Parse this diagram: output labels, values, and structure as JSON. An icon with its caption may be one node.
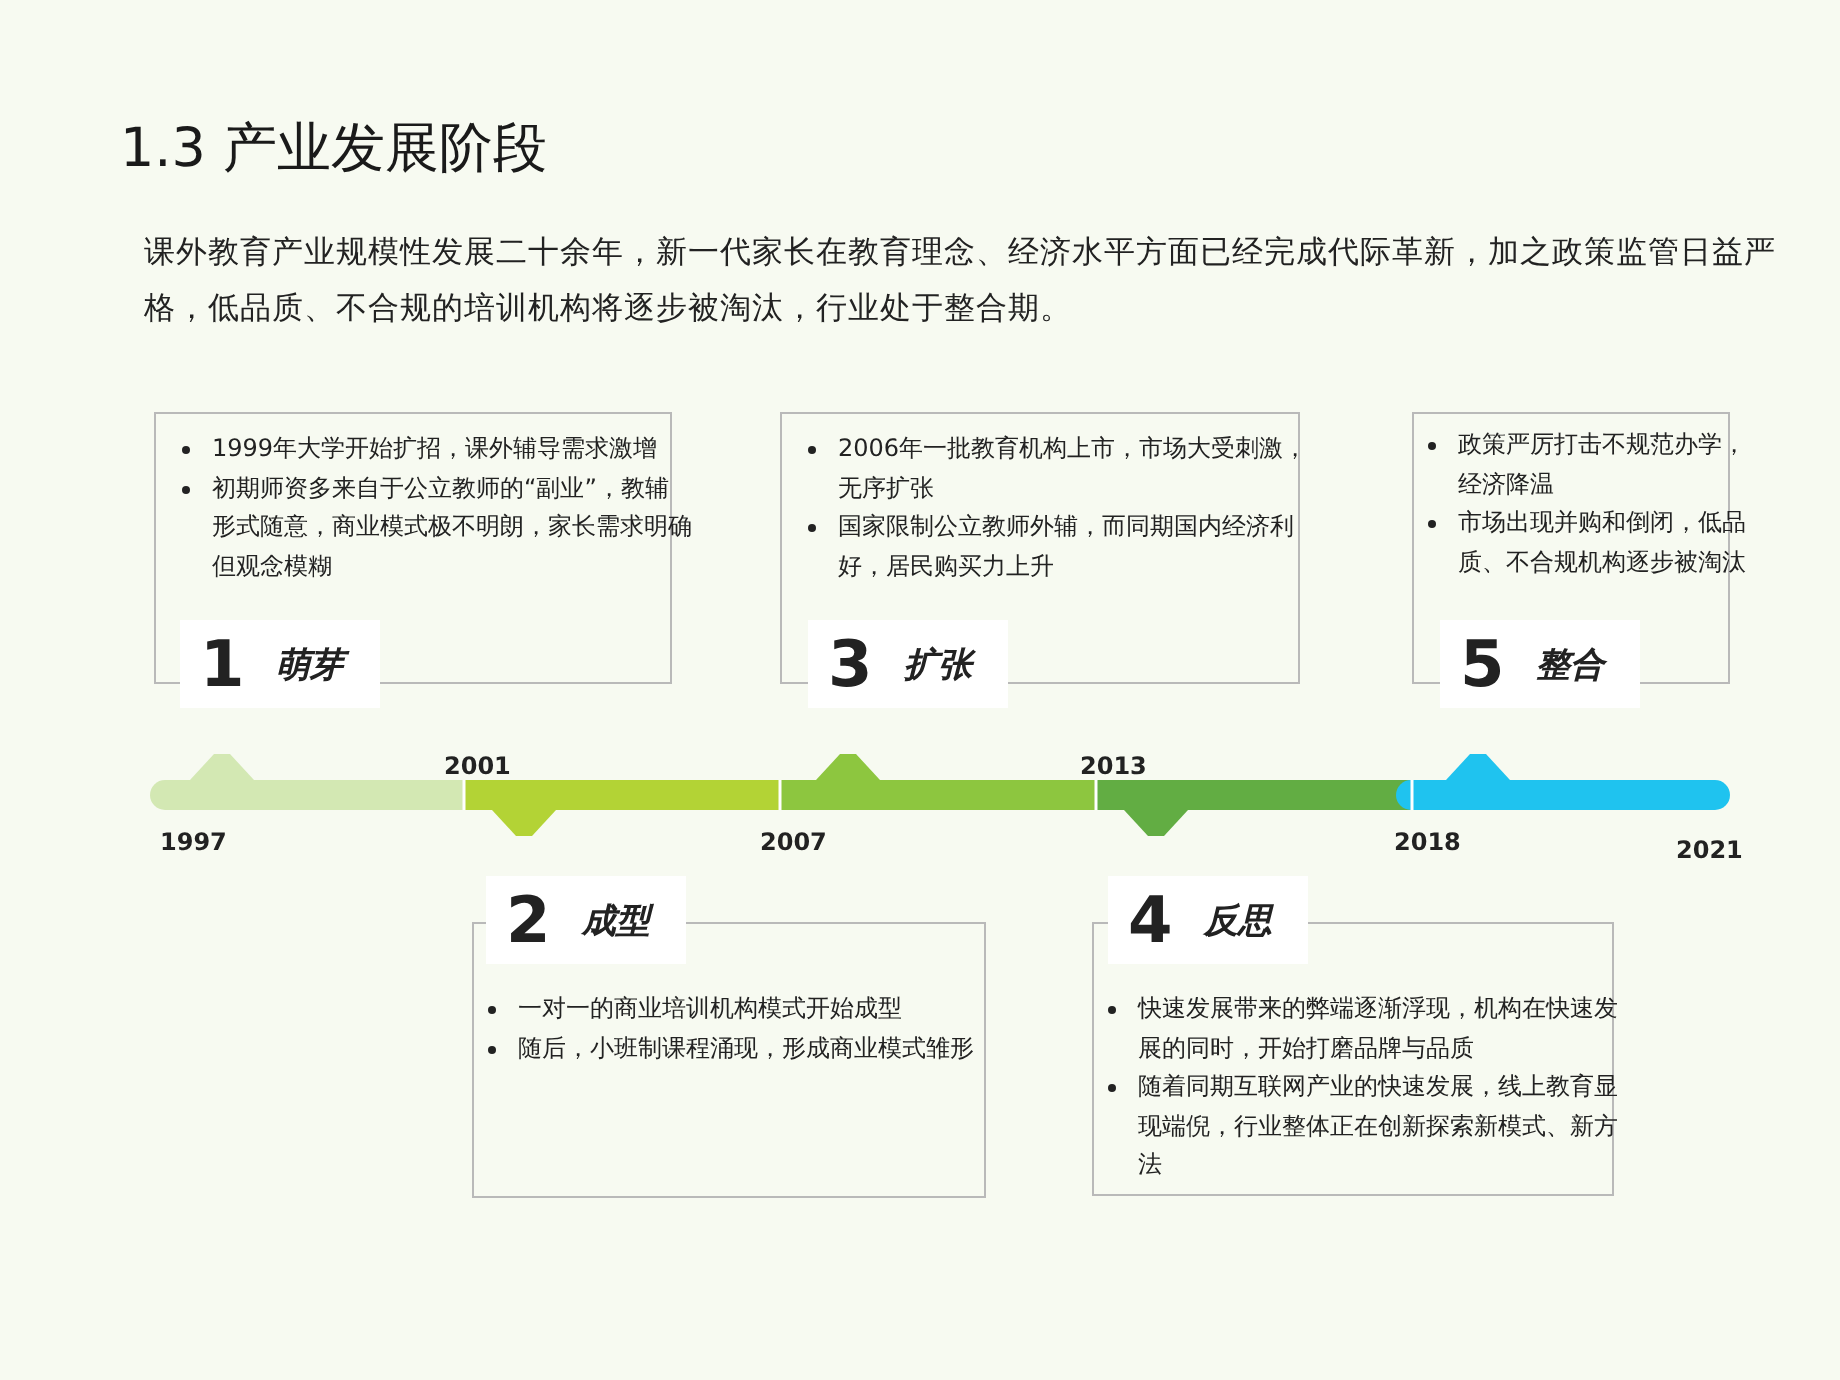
{
  "diagram": {
    "title": "1.3 产业发展阶段",
    "nodes": [
      {
        "text": [
          "1999年大学开始扩招，课外辅导需求激增",
          "初期师资多来自于公立教师的“副业”，教辅形式随意，商业模式极不明朗，家长需求明确但观念模糊"
        ]
      },
      {
        "text": [
          "1",
          "萌芽"
        ]
      },
      {
        "text": [
          "2",
          "成型"
        ]
      },
      {
        "text": [
          "一对一的商业培训机构模式开始成型",
          "随后，小班制课程涌现，形成商业模式雏形"
        ]
      },
      {
        "text": [
          "2006年一批教育机构上市，市场大受刺激，无序扩张",
          "国家限制公立教师外辅，而同期国内经济利好，居民购买力上升"
        ]
      },
      {
        "text": [
          "3",
          "扩张"
        ]
      },
      {
        "text": [
          "4",
          "反思"
        ]
      },
      {
        "text": [
          "快速发展带来的弊端逐渐浮现，机构在快速发展的同时，开始打磨品牌与品质",
          "随着同期互联网产业的快速发展，线上教育显现端倪，行业整体正在创新探索新模式、新方法"
        ]
      },
      {
        "text": [
          "政策严厉打击不规范办学，经济降温",
          "市场出现并购和倒闭，低品质、不合规机构逐步被淘汰"
        ]
      },
      {
        "text": [
          "5",
          "整合"
        ]
      }
    ],
    "labels": [
      "课外教育产业规模性发展二十余年，新一代家长在教育理念、经济水平方面已经完成代际革新，加之政策监管日益严格，低品质、不合规的培训机构将逐步被淘汰，行业处于整合期。",
      "2001",
      "2013",
      "1997",
      "2007",
      "2018",
      "2021"
    ]
  }
}
